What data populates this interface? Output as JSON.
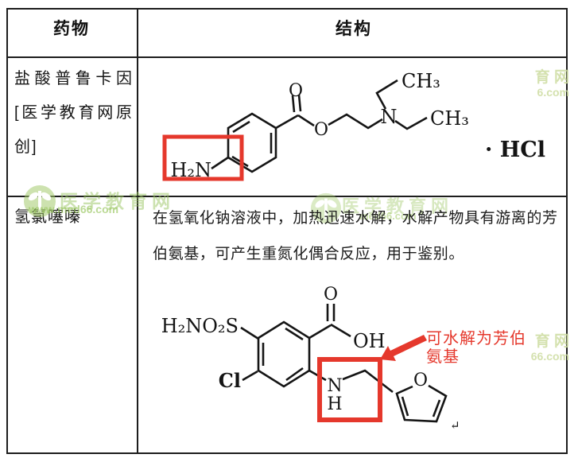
{
  "header": {
    "drug_col": "药物",
    "structure_col": "结构"
  },
  "row1": {
    "drug": "盐酸普鲁卡因 [医学教育网原创]",
    "structure": {
      "name": "procaine-hydrochloride",
      "amine": "H₂N",
      "carbonyl_o": "O",
      "ester_o": "O",
      "amine_n": "N",
      "ch3_a": "CH₃",
      "ch3_b": "CH₃",
      "salt": "· HCl"
    }
  },
  "row2": {
    "drug": "氢氯噻嗪",
    "description": "在氢氧化钠溶液中，加热迅速水解，水解产物具有游离的芳伯氨基，可产生重氮化偶合反应，用于鉴别。",
    "annotation": "可水解为芳伯氨基",
    "structure": {
      "name": "furosemide-like",
      "sulfonamide": "H₂NO₂S",
      "chloro": "Cl",
      "carboxyl_o": "O",
      "carboxyl_oh": "OH",
      "amine_n": "N",
      "amine_h": "H",
      "furan_o": "O",
      "return_mark": "↵"
    }
  },
  "watermarks": {
    "top_right_line1": "育 网",
    "top_right_line2": "6.com",
    "left_name": "医学教育网",
    "left_url": "www.med66.com",
    "mid_name": "医学教育网",
    "mid_url": "med66.com",
    "right_line1": "育 网",
    "right_line2": "66.com"
  },
  "colors": {
    "highlight_red": "#e5382c",
    "watermark_green": "#9ac662",
    "ink": "#1d1d1d"
  }
}
